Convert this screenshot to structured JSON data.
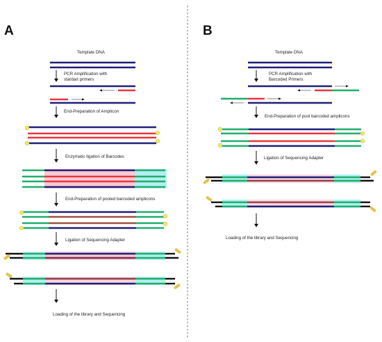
{
  "colors": {
    "dna": "#1f1f7a",
    "primer": "#e8363b",
    "barcode": "#1fae6b",
    "adapter": "#111111",
    "motor": "#e2c24a",
    "phosphate": "#f2e85a",
    "highlight_pink": "#f6b8c6",
    "highlight_cyan": "#a6ecef",
    "divider": "#777777"
  },
  "panels": [
    {
      "id": "A",
      "letter": "A",
      "steps": [
        "Template DNA",
        "PCR Amplification with stardart primers",
        "End-Preparation of Ampticon",
        "Enzymatic ligation of Barcodes",
        "End-Preparation of pooled barcoded amplicons",
        "Ligation of Sequencing Adapter",
        "Loading of the library and Sequencing"
      ]
    },
    {
      "id": "B",
      "letter": "B",
      "steps": [
        "Template DNA",
        "PCR Amplification with Barcoded Primers",
        "End-Preparation of pool barcoded amplicons",
        "Ligation of Sequencing Adapter",
        "Loading of the library and Sequencing"
      ]
    }
  ]
}
